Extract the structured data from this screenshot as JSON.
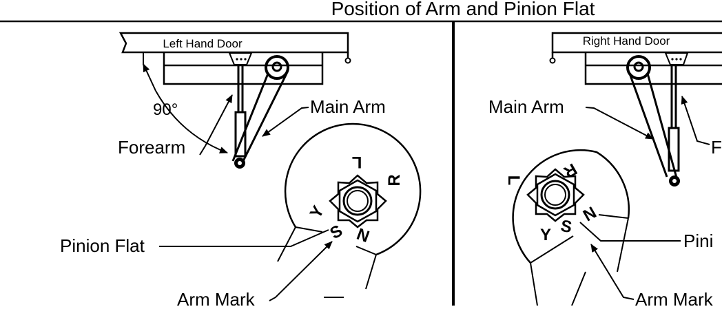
{
  "title": "Position of Arm and Pinion Flat",
  "left_panel": {
    "door_label": "Left Hand Door",
    "angle_label": "90°",
    "main_arm_label": "Main Arm",
    "forearm_label": "Forearm",
    "pinion_flat_label": "Pinion Flat",
    "arm_mark_label": "Arm Mark",
    "letters": {
      "L": "L",
      "R": "R",
      "Y": "Y",
      "S": "S",
      "N": "N"
    }
  },
  "right_panel": {
    "door_label": "Right Hand Door",
    "main_arm_label": "Main Arm",
    "forearm_label": "F",
    "pinion_label": "Pini",
    "arm_mark_label": "Arm Mark",
    "letters": {
      "R": "R",
      "L": "L",
      "Y": "Y",
      "S": "S",
      "N": "N"
    }
  }
}
